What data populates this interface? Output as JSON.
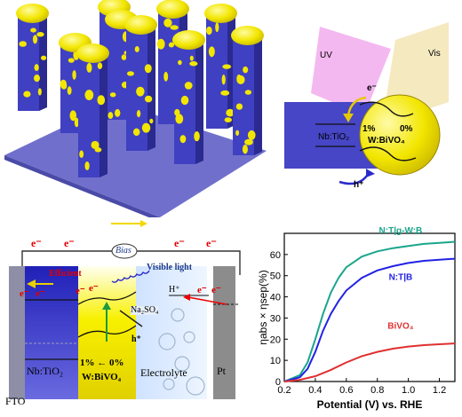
{
  "panel_b": {
    "uv": "UV",
    "vis": "Vis",
    "electron": "e⁻",
    "hole": "h⁺",
    "nb_tio2": "Nb:TiO₂",
    "pct1": "1%",
    "pct0": "0%",
    "w_bivo4": "W:BiVO₄"
  },
  "panel_c": {
    "electron": "e⁻",
    "bias": "Bias",
    "visible_light": "Visible light",
    "efficient": "Efficient",
    "h_plus": "H⁺",
    "na2so4": "Na₂SO₄",
    "hole": "h⁺",
    "nb_tio2": "Nb:TiO₂",
    "pct_gradient": "1% ← 0%",
    "w_bivo4": "W:BiVO₄",
    "electrolyte": "Electrolyte",
    "pt": "Pt",
    "fto": "FTO"
  },
  "colors": {
    "rod": "#3f3fbf",
    "particle": "#f2e600",
    "substrate": "#6868c8",
    "uv": "#f4b8f0",
    "vis": "#f7eac0",
    "ntgwb": "#1aa58c",
    "ntb": "#2222e6",
    "bivo4": "#e03030"
  },
  "chart_data": {
    "type": "line",
    "xlabel": "Potential (V) vs. RHE",
    "ylabel": "ηabs × ηsep(%)",
    "xlim": [
      0.2,
      1.3
    ],
    "ylim": [
      0,
      70
    ],
    "xticks": [
      0.2,
      0.4,
      0.6,
      0.8,
      1.0,
      1.2
    ],
    "xtick_labels": [
      "0.2",
      "0.4",
      "0.6",
      "0.8",
      "1.0",
      "1.2"
    ],
    "yticks": [
      0,
      10,
      20,
      30,
      40,
      50,
      60
    ],
    "ytick_labels": [
      "0",
      "10",
      "20",
      "30",
      "40",
      "50",
      "60"
    ],
    "grid": false,
    "series": [
      {
        "name": "N:T|g-W:B",
        "color": "#1aa58c",
        "x": [
          0.2,
          0.3,
          0.35,
          0.4,
          0.45,
          0.5,
          0.55,
          0.6,
          0.7,
          0.8,
          0.9,
          1.0,
          1.1,
          1.2,
          1.3
        ],
        "y": [
          0,
          3,
          9,
          20,
          32,
          42,
          49,
          54,
          59,
          61.5,
          63,
          64,
          65,
          65.5,
          66
        ]
      },
      {
        "name": "N:T|B",
        "color": "#2222e6",
        "x": [
          0.2,
          0.3,
          0.35,
          0.4,
          0.45,
          0.5,
          0.55,
          0.6,
          0.7,
          0.8,
          0.9,
          1.0,
          1.1,
          1.2,
          1.3
        ],
        "y": [
          0,
          2,
          6,
          14,
          24,
          32,
          38,
          43,
          49,
          52.5,
          54.5,
          56,
          57,
          57.5,
          58
        ]
      },
      {
        "name": "BiVO₄",
        "color": "#e03030",
        "x": [
          0.2,
          0.3,
          0.4,
          0.5,
          0.6,
          0.7,
          0.8,
          0.9,
          1.0,
          1.1,
          1.2,
          1.3
        ],
        "y": [
          0,
          0.8,
          2.5,
          5.5,
          9,
          12,
          14,
          15.5,
          16.5,
          17.2,
          17.6,
          18
        ]
      }
    ]
  }
}
